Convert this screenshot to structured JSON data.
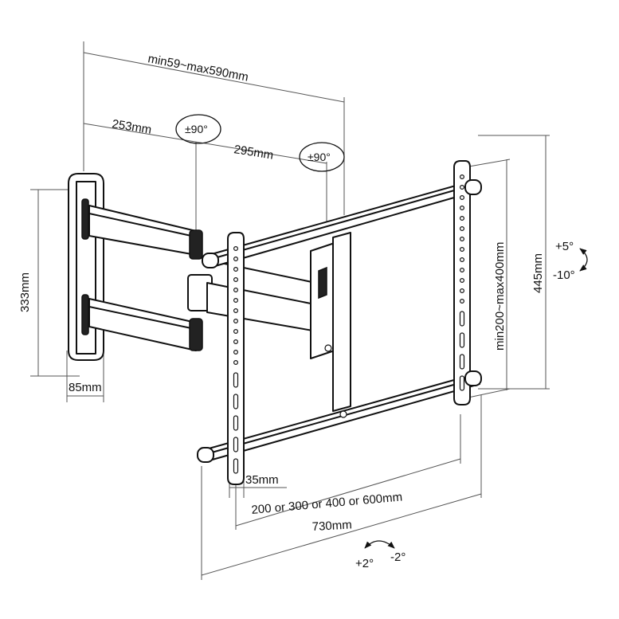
{
  "labels": {
    "total_span": "min59~max590mm",
    "arm1_len": "253mm",
    "arm2_len": "295mm",
    "swivel1": "±90°",
    "swivel2": "±90°",
    "wall_plate_height": "333mm",
    "wall_plate_depth": "85mm",
    "vesa_height_range": "min200~max400mm",
    "frame_height": "445mm",
    "tilt_up": "+5°",
    "tilt_down": "-10°",
    "rail_width": "35mm",
    "vesa_width_options": "200 or 300 or 400 or 600mm",
    "frame_width": "730mm",
    "rotate_plus": "+2°",
    "rotate_minus": "-2°"
  }
}
